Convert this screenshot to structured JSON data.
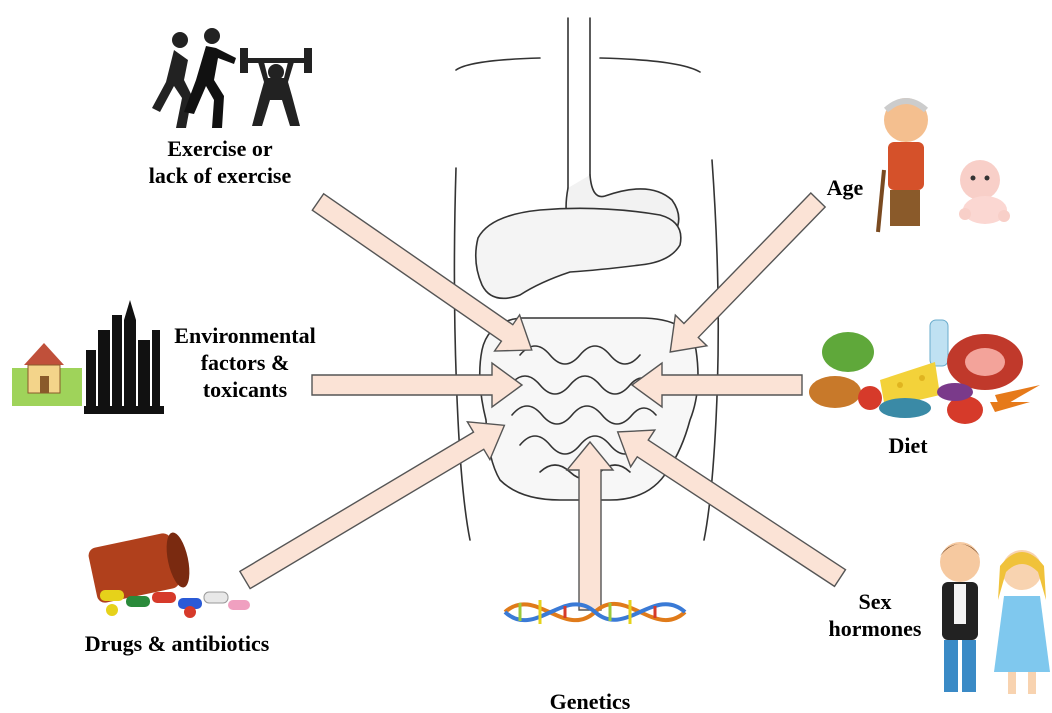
{
  "colors": {
    "arrow_fill": "#fbe3d6",
    "arrow_stroke": "#555555",
    "outline": "#333333"
  },
  "center": {
    "icon": "gut-anatomy-illustration"
  },
  "factors": {
    "exercise": {
      "line1": "Exercise or",
      "line2": "lack of exercise",
      "icon": "runners-and-weightlifter-icon"
    },
    "environment": {
      "line1": "Environmental",
      "line2": "factors &",
      "line3": "toxicants",
      "icon": "house-and-city-skyline-icon"
    },
    "drugs": {
      "line1": "Drugs & antibiotics",
      "icon": "pill-bottle-icon"
    },
    "genetics": {
      "line1": "Genetics",
      "icon": "dna-helix-icon"
    },
    "sex": {
      "line1": "Sex",
      "line2": "hormones",
      "icon": "boy-and-girl-icon"
    },
    "diet": {
      "line1": "Diet",
      "icon": "food-pile-icon"
    },
    "age": {
      "line1": "Age",
      "icon": "elderly-man-and-baby-icon"
    }
  }
}
